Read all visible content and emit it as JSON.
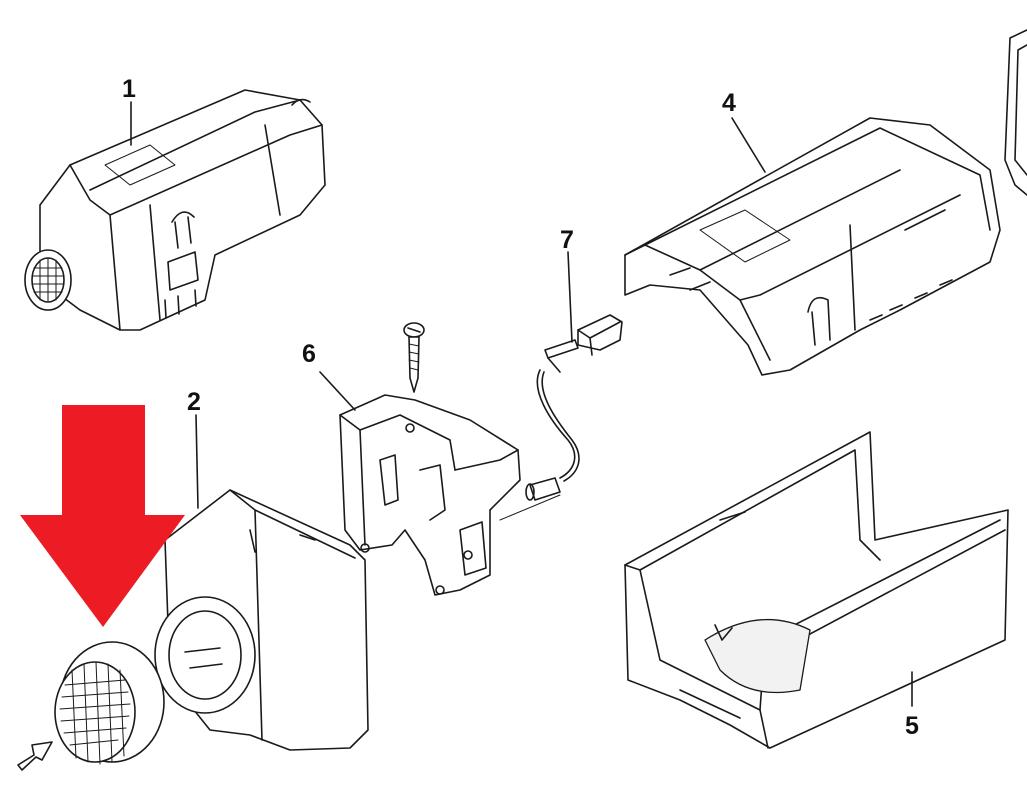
{
  "callouts": {
    "c1": "1",
    "c2": "2",
    "c4": "4",
    "c5": "5",
    "c6": "6",
    "c7": "7"
  },
  "colors": {
    "arrow": "#ed1c24",
    "line": "#1a1a1a",
    "background": "#ffffff"
  }
}
